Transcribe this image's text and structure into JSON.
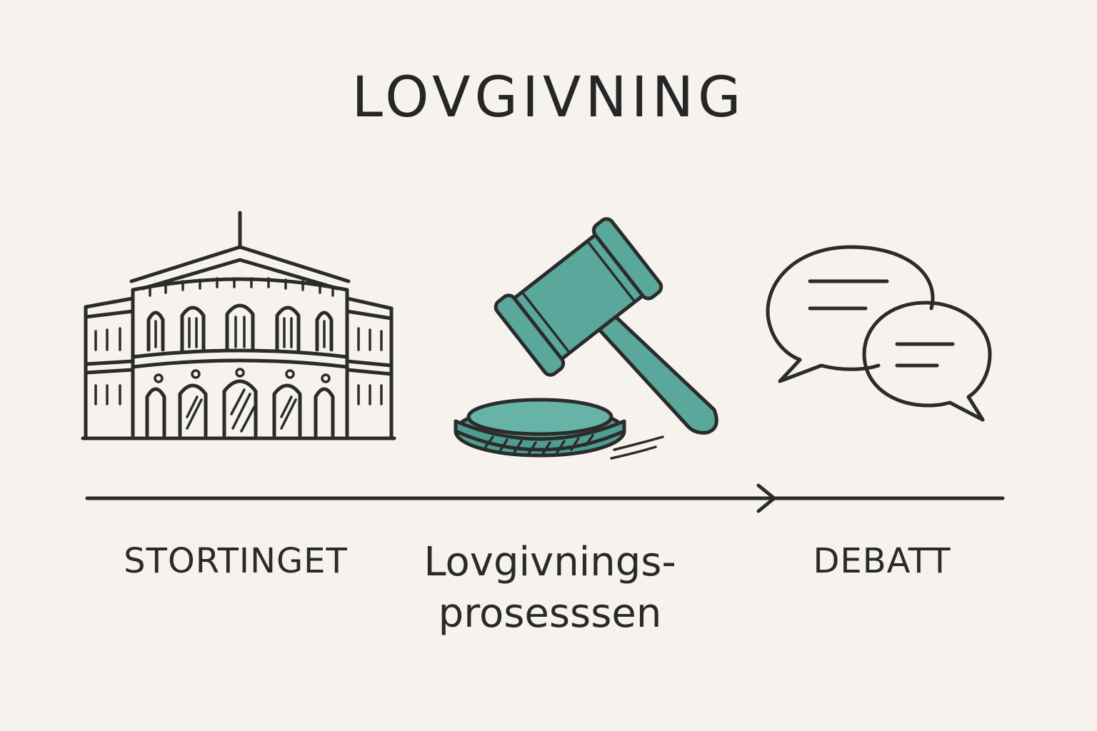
{
  "diagram": {
    "title": "LOVGIVNING",
    "steps": [
      {
        "label": "STORTINGET",
        "icon": "parliament-building-icon"
      },
      {
        "label_line1": "Lovgivnings-",
        "label_line2": "prosesssen",
        "icon": "gavel-icon"
      },
      {
        "label": "DEBATT",
        "icon": "speech-bubbles-icon"
      }
    ],
    "timeline": {
      "arrow": "right"
    }
  },
  "colors": {
    "background": "#f6f3ee",
    "ink": "#2b2b2b",
    "accent": "#5aa79b"
  }
}
